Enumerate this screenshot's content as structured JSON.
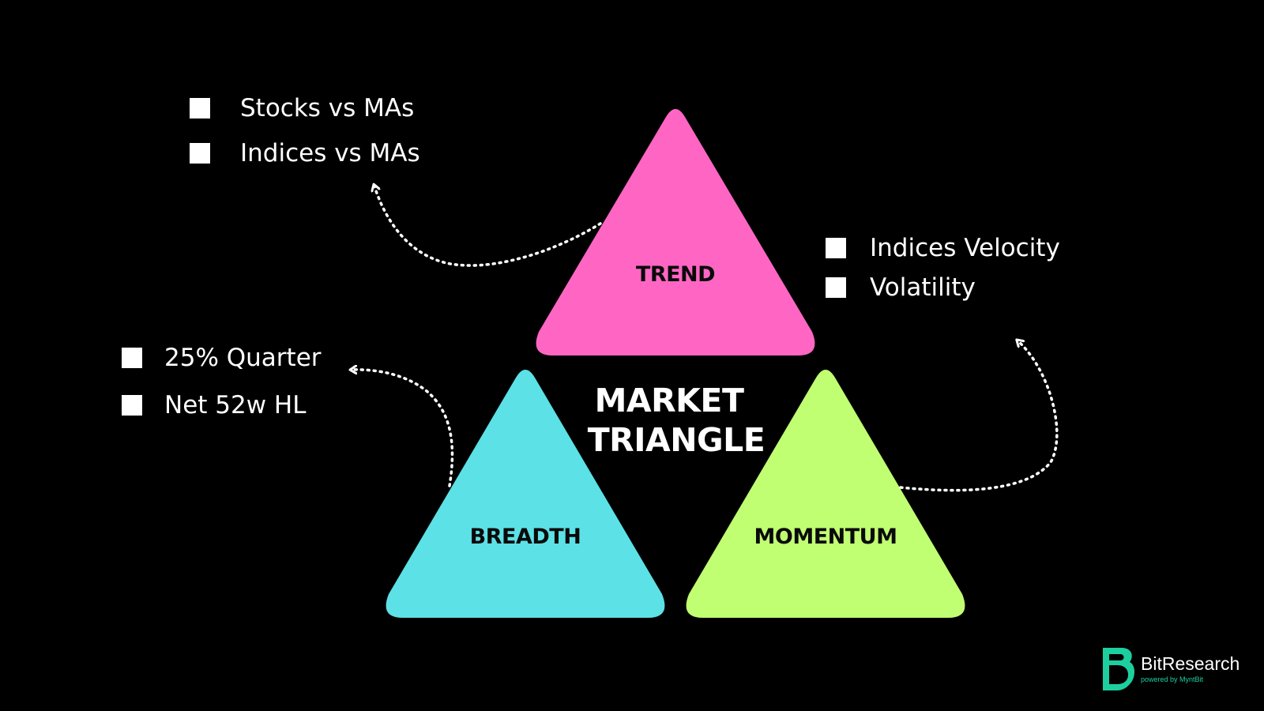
{
  "diagram": {
    "center_title": [
      "MARKET",
      "TRIANGLE"
    ],
    "nodes": [
      {
        "id": "trend",
        "label": "TREND",
        "color": "#ff66c4",
        "items": [
          "Stocks vs MAs",
          "Indices vs MAs"
        ]
      },
      {
        "id": "breadth",
        "label": "BREADTH",
        "color": "#5ce1e6",
        "items": [
          "25% Quarter",
          "Net 52w HL"
        ]
      },
      {
        "id": "momentum",
        "label": "MOMENTUM",
        "color": "#c1ff72",
        "items": [
          "Indices Velocity",
          "Volatility"
        ]
      }
    ],
    "connector_style": "white dotted arrow"
  },
  "logo": {
    "brand": "BitResearch",
    "tagline": "powered by MyntBit",
    "mark_color": "#1dcf9e"
  }
}
